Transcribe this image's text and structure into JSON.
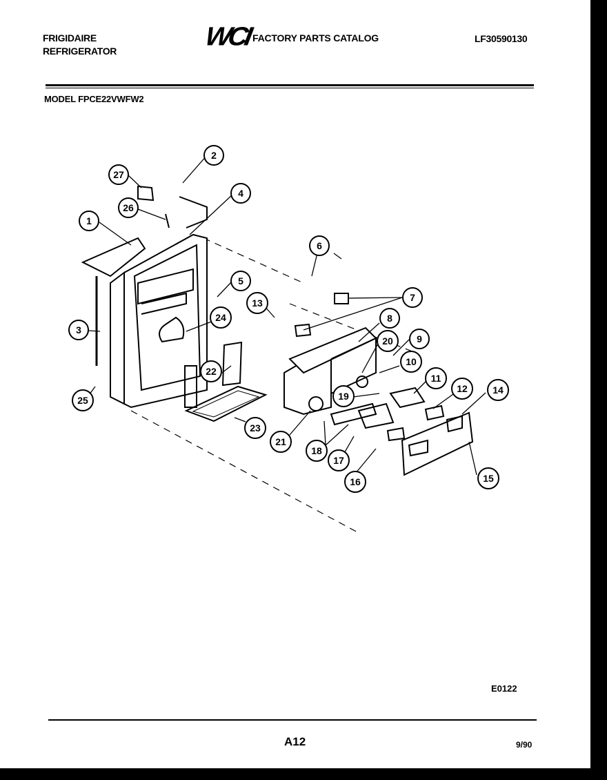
{
  "header": {
    "brand_line1": "FRIGIDAIRE",
    "brand_line2": "REFRIGERATOR",
    "logo": "WCI",
    "catalog_title": "FACTORY PARTS CATALOG",
    "catalog_code": "LF30590130"
  },
  "model_label": "MODEL FPCE22VWFW2",
  "diagram": {
    "code": "E0122",
    "callouts": [
      "1",
      "2",
      "3",
      "4",
      "5",
      "6",
      "7",
      "8",
      "9",
      "10",
      "11",
      "12",
      "13",
      "14",
      "15",
      "16",
      "17",
      "18",
      "19",
      "20",
      "21",
      "22",
      "23",
      "24",
      "25",
      "26",
      "27"
    ]
  },
  "footer": {
    "page": "A12",
    "date": "9/90"
  },
  "colors": {
    "ink": "#000000",
    "paper": "#ffffff"
  }
}
